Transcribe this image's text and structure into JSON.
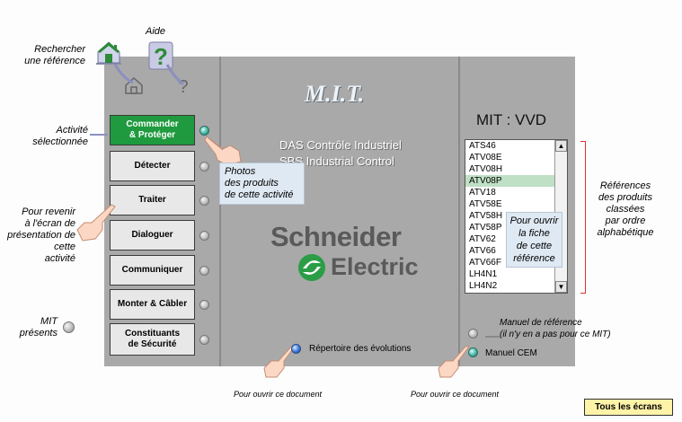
{
  "header": {
    "search_note": "Rechercher\nune référence",
    "help_note": "Aide"
  },
  "left_notes": {
    "activity_selected": "Activité\nsélectionnée",
    "back_note": "Pour revenir\nà l'écran de\nprésentation de cette\nactivité",
    "mit_present": "MIT\nprésents"
  },
  "activities": [
    {
      "label": "Commander\n& Protéger",
      "selected": true
    },
    {
      "label": "Détecter",
      "selected": false
    },
    {
      "label": "Traiter",
      "selected": false
    },
    {
      "label": "Dialoguer",
      "selected": false
    },
    {
      "label": "Communiquer",
      "selected": false
    },
    {
      "label": "Monter & Câbler",
      "selected": false
    },
    {
      "label": "Constituants\nde Sécurité",
      "selected": false
    }
  ],
  "center": {
    "mit_logo": "M.I.T.",
    "das_line": "DAS  Contrôle Industriel",
    "sbs_line": "SBS Industrial Control",
    "brand_top": "Schneider",
    "brand_bottom": "Electric",
    "photos_note": "Photos\ndes produits\nde cette activité",
    "evolutions_label": "Répertoire des évolutions",
    "open_doc_note_1": "Pour ouvrir ce document"
  },
  "right": {
    "mit_title": "MIT :  VVD",
    "references": [
      "ATS46",
      "ATV08E",
      "ATV08H",
      "ATV08P",
      "ATV18",
      "ATV58E",
      "ATV58H",
      "ATV58P",
      "ATV62",
      "ATV66",
      "ATV66F",
      "LH4N1",
      "LH4N2"
    ],
    "highlighted_index": 3,
    "open_sheet_note": "Pour ouvrir\nla fiche\nde cette\nréférence",
    "refs_note": "Références\ndes produits\nclassées\npar ordre\nalphabétique",
    "manual_ref_note": "Manuel de référence\n(il n'y en a pas pour ce MIT)",
    "manual_cem_label": "Manuel CEM",
    "open_doc_note_2": "Pour ouvrir ce document"
  },
  "footer": {
    "all_screens": "Tous les écrans"
  },
  "colors": {
    "panel": "#a9a9a9",
    "selected_activity": "#1f9a3e",
    "brand_green": "#2a9d46",
    "bracket": "#dd3333",
    "button_yellow": "#fff3a8"
  }
}
